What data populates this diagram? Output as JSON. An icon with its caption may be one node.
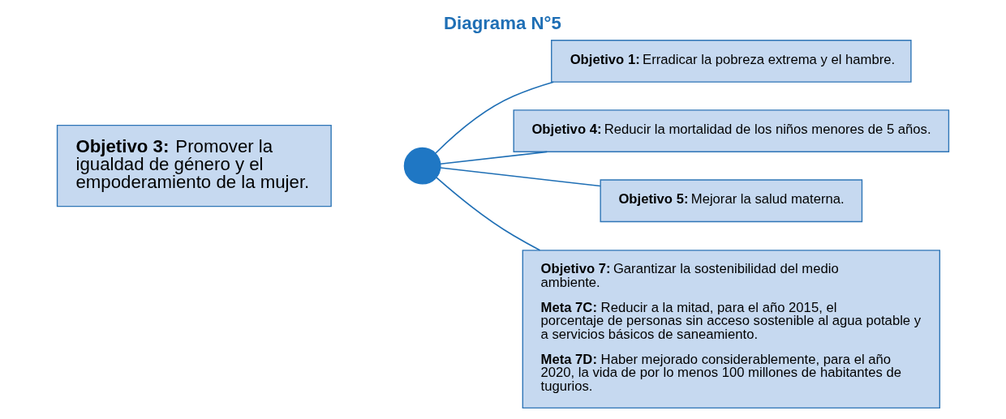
{
  "diagram": {
    "title": "Diagrama N°5",
    "nodes": [
      {
        "text": [
          "**Objetivo 3:** Promover la igualdad de género y el empoderamiento de la mujer."
        ]
      },
      {
        "text": [],
        "shape": "circle"
      },
      {
        "text": [
          "**Objetivo 1:** Erradicar la pobreza extrema y el hambre."
        ]
      },
      {
        "text": [
          "**Objetivo 4:** Reducir la mortalidad de los niños menores de 5 años."
        ]
      },
      {
        "text": [
          "**Objetivo 5:** Mejorar la salud materna."
        ]
      },
      {
        "text": [
          "**Objetivo 7:** Garantizar la sostenibilidad del medio ambiente.",
          "**Meta 7C:** Reducir a la mitad, para el año 2015, el porcentaje de personas sin acceso sostenible al agua potable y a servicios básicos de saneamiento.",
          "**Meta 7D:** Haber mejorado considerablemente, para el año 2020, la vida de por lo menos 100 millones de habitantes de tugurios."
        ]
      }
    ],
    "edges": [
      {
        "from": 1,
        "to": 2,
        "arrow": "none"
      },
      {
        "from": 1,
        "to": 3,
        "arrow": "none"
      },
      {
        "from": 1,
        "to": 4,
        "arrow": "none"
      },
      {
        "from": 1,
        "to": 5,
        "arrow": "none"
      }
    ]
  }
}
